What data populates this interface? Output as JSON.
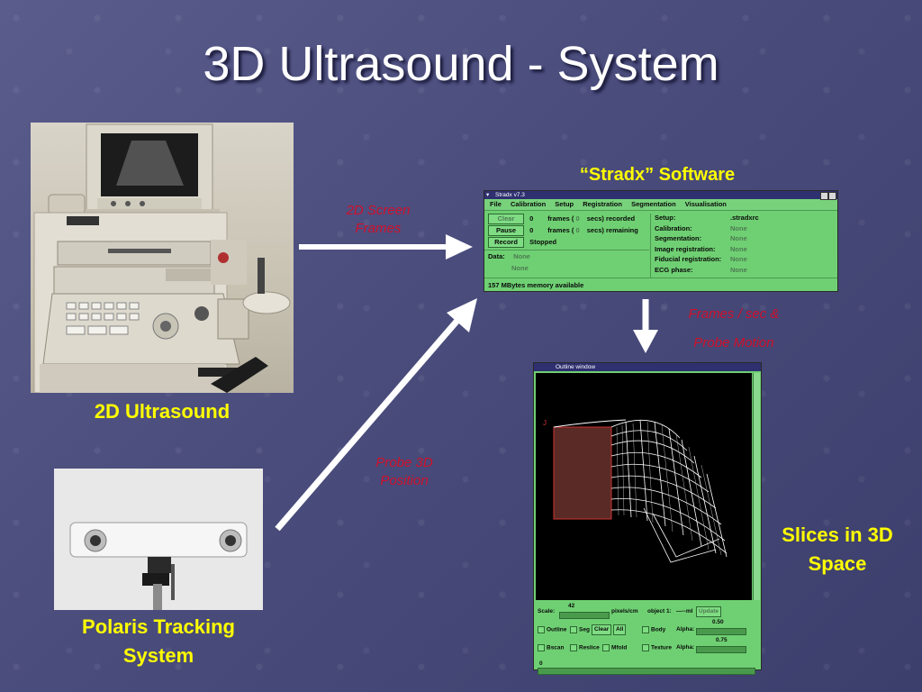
{
  "slide": {
    "title": "3D Ultrasound - System",
    "labels": {
      "ultrasound": "2D Ultrasound",
      "polaris_line1": "Polaris Tracking",
      "polaris_line2": "System",
      "stradx_software": "“Stradx” Software",
      "slices_line1": "Slices in 3D",
      "slices_line2": "Space"
    },
    "arrow_labels": {
      "screen_frames_line1": "2D Screen",
      "screen_frames_line2": "Frames",
      "probe_position_line1": "Probe 3D",
      "probe_position_line2": "Position",
      "frames_motion_line1": "Frames / sec &",
      "frames_motion_line2": "Probe Motion"
    }
  },
  "stradx": {
    "title": "Stradx v7.3",
    "menu": [
      "File",
      "Calibration",
      "Setup",
      "Registration",
      "Segmentation",
      "Visualisation"
    ],
    "buttons": {
      "clear": "Clear",
      "pause": "Pause",
      "record": "Record"
    },
    "rows": {
      "recorded_count": "0",
      "recorded_frames": "frames (",
      "recorded_secs_val": "0",
      "recorded_secs": "secs) recorded",
      "remaining_count": "0",
      "remaining_frames": "frames (",
      "remaining_secs_val": "0",
      "remaining_secs": "secs) remaining",
      "status": "Stopped"
    },
    "data_label": "Data:",
    "data_values": [
      "None",
      "None"
    ],
    "setup_fields": [
      {
        "label": "Setup:",
        "value": ".stradxrc"
      },
      {
        "label": "Calibration:",
        "value": "None"
      },
      {
        "label": "Segmentation:",
        "value": "None"
      },
      {
        "label": "Image registration:",
        "value": "None"
      },
      {
        "label": "Fiducial registration:",
        "value": "None"
      },
      {
        "label": "ECG phase:",
        "value": "None"
      }
    ],
    "memory": "157 MBytes memory available"
  },
  "outline": {
    "title": "Outline window",
    "scale_label": "Scale:",
    "scale_value": "42",
    "units": "pixels/cm",
    "object_label": "object 1:",
    "object_value": "—--ml",
    "update": "Update",
    "row2": {
      "outline": "Outline",
      "seg": "Seg",
      "clear": "Clear",
      "all": "All",
      "body": "Body",
      "alpha": "Alpha:",
      "alpha_value": "0.50"
    },
    "row3": {
      "bscan": "Bscan",
      "reslice": "Reslice",
      "mfold": "Mfold",
      "texture": "Texture",
      "alpha": "Alpha:",
      "alpha_value": "0.75"
    },
    "bottom_value": "0"
  }
}
